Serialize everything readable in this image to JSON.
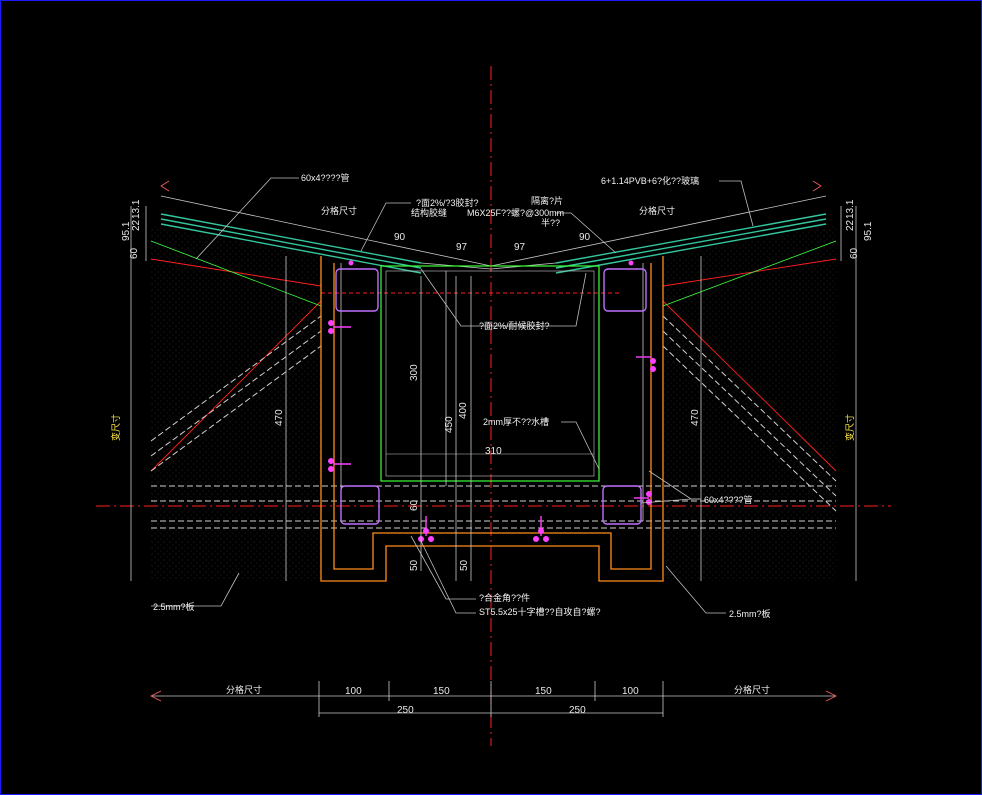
{
  "colors": {
    "background": "#000000",
    "axis": "#ff2020",
    "steel": "#ff8c1a",
    "glass": "#34c6a0",
    "inner_frame": "#3dff3d",
    "bracket": "#ff40ff",
    "dashed": "#d0d0d0",
    "dimension": "#c8c8c8",
    "leader": "#bfbfbf"
  },
  "labels": {
    "top_left_pipe": "60x4????管",
    "top_right_glass": "6+1.14PVB+6?化??玻璃",
    "center_top_1": "?面2%/?3胶封?",
    "center_top_2": "M6X25F??螺?@300mm",
    "center_top_3": "半??",
    "center_small_left": "结构胶缝",
    "center_small_right": "隔离?片",
    "slope_left": "分格尺寸",
    "slope_right": "分格尺寸",
    "mid_slope": "?面2%/耐候胶封?",
    "gutter_plate": "2mm厚不??水槽",
    "right_pipe": "60x4????管",
    "left_plate": "2.5mm?板",
    "right_plate": "2.5mm?板",
    "bottom_note_1": "?合金角??件",
    "bottom_note_2": "ST5.5x25十字槽??自攻自?螺?",
    "left_side_vertical": "变尺寸",
    "right_side_vertical": "变尺寸",
    "bottom_left_span": "分格尺寸",
    "bottom_right_span": "分格尺寸"
  },
  "dims": {
    "top_90_left": "90",
    "top_97_left": "97",
    "top_97_right": "97",
    "top_90_right": "90",
    "left_95_1": "95.1",
    "left_60": "60",
    "left_22": "22",
    "left_13_1": "13.1",
    "right_95_1": "95.1",
    "right_60": "60",
    "right_22": "22",
    "right_13_1": "13.1",
    "left_470": "470",
    "right_470": "470",
    "v_300": "300",
    "v_400": "400",
    "v_450": "450",
    "h_310": "310",
    "v_60": "60",
    "v_50_left": "50",
    "v_50_right": "50",
    "b_100_left": "100",
    "b_150_left": "150",
    "b_150_right": "150",
    "b_100_right": "100",
    "b_250_left": "250",
    "b_250_right": "250"
  }
}
